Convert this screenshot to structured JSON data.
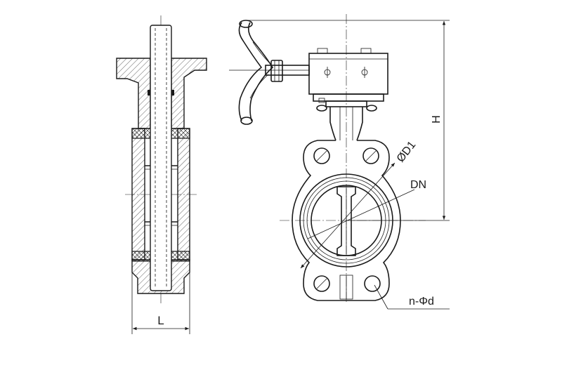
{
  "labels": {
    "face_to_face": "L",
    "height": "H",
    "bolt_circle": "ØD1",
    "nominal_diameter": "DN",
    "bolt_holes": "n-Φd"
  },
  "colors": {
    "line": "#1a1a1a",
    "background": "#ffffff"
  }
}
